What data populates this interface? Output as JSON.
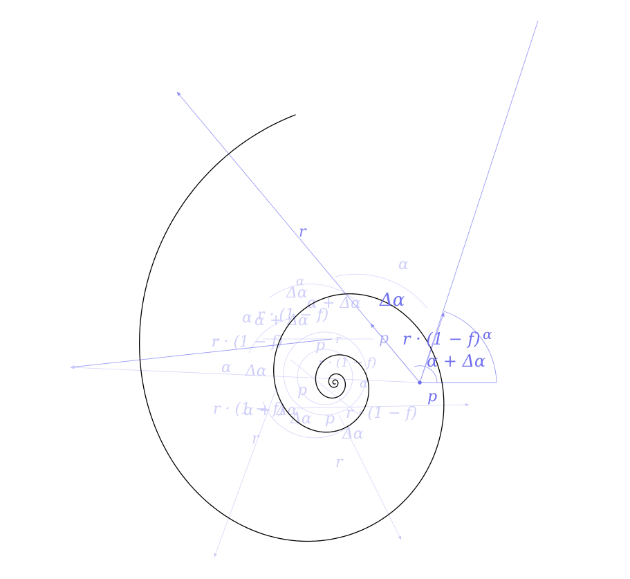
{
  "colors": {
    "spiral": "#000000",
    "annotation": "#6f6ff0",
    "annotation_faint": "#d6d6fb",
    "background": "#ffffff"
  },
  "labels": {
    "r": "r",
    "p": "p",
    "alpha": "α",
    "delta_alpha": "Δα",
    "alpha_plus_delta": "α + Δα",
    "r_times_one_minus_f": "r · (1 − f)",
    "exponent_alpha": "α"
  }
}
